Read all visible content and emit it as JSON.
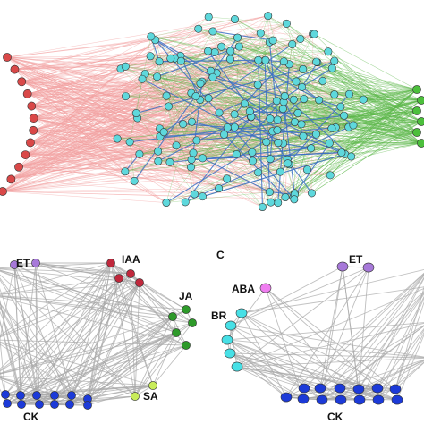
{
  "top_network": {
    "groups": [
      {
        "id": "left",
        "color": "#d94848",
        "node_count": 12
      },
      {
        "id": "center",
        "color": "#5ed8dc",
        "node_count": 150
      },
      {
        "id": "right",
        "color": "#4cbf3c",
        "node_count": 6
      }
    ],
    "edge_colors": {
      "left_links": "#f3a0a0",
      "right_links": "#5cb84a",
      "inner_links": "#3a6fc4"
    }
  },
  "panel_b": {
    "labels": {
      "et": "ET",
      "iaa": "IAA",
      "ja": "JA",
      "sa": "SA",
      "ck": "CK"
    },
    "colors": {
      "et": "#a779d9",
      "iaa": "#c0283c",
      "ja": "#2e9a2a",
      "sa": "#c8ec5a",
      "ck": "#1c3ad8",
      "edge": "#a8a8a8"
    }
  },
  "panel_c": {
    "panel_letter": "C",
    "labels": {
      "aba": "ABA",
      "et": "ET",
      "br": "BR",
      "ck": "CK"
    },
    "colors": {
      "aba": "#ef7ef0",
      "et": "#a779d9",
      "br": "#47e0e6",
      "ck": "#1c3ad8",
      "edge": "#a8a8a8"
    }
  }
}
